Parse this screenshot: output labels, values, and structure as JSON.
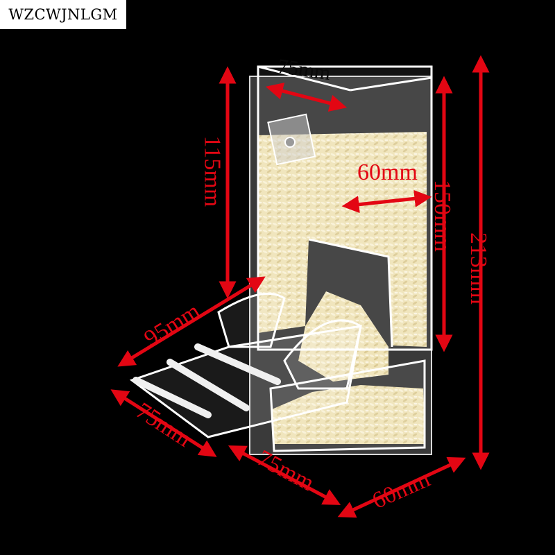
{
  "brand": {
    "label": "WZCWJNLGM"
  },
  "dimensions": {
    "top_width": "75mm",
    "inner_width": "60mm",
    "upper_height": "115mm",
    "hopper_height": "150mm",
    "total_height": "213mm",
    "perch_length": "95mm",
    "perch_depth": "75mm",
    "base_width": "75mm",
    "base_depth": "60mm"
  },
  "colors": {
    "background": "#000000",
    "dimension_red": "#e30613",
    "dimension_black": "#0a0a0a",
    "rice": "#efe3b8"
  },
  "icons": {
    "arrow": "double-headed-arrow-icon",
    "product": "acrylic-bird-feeder-with-rice"
  }
}
